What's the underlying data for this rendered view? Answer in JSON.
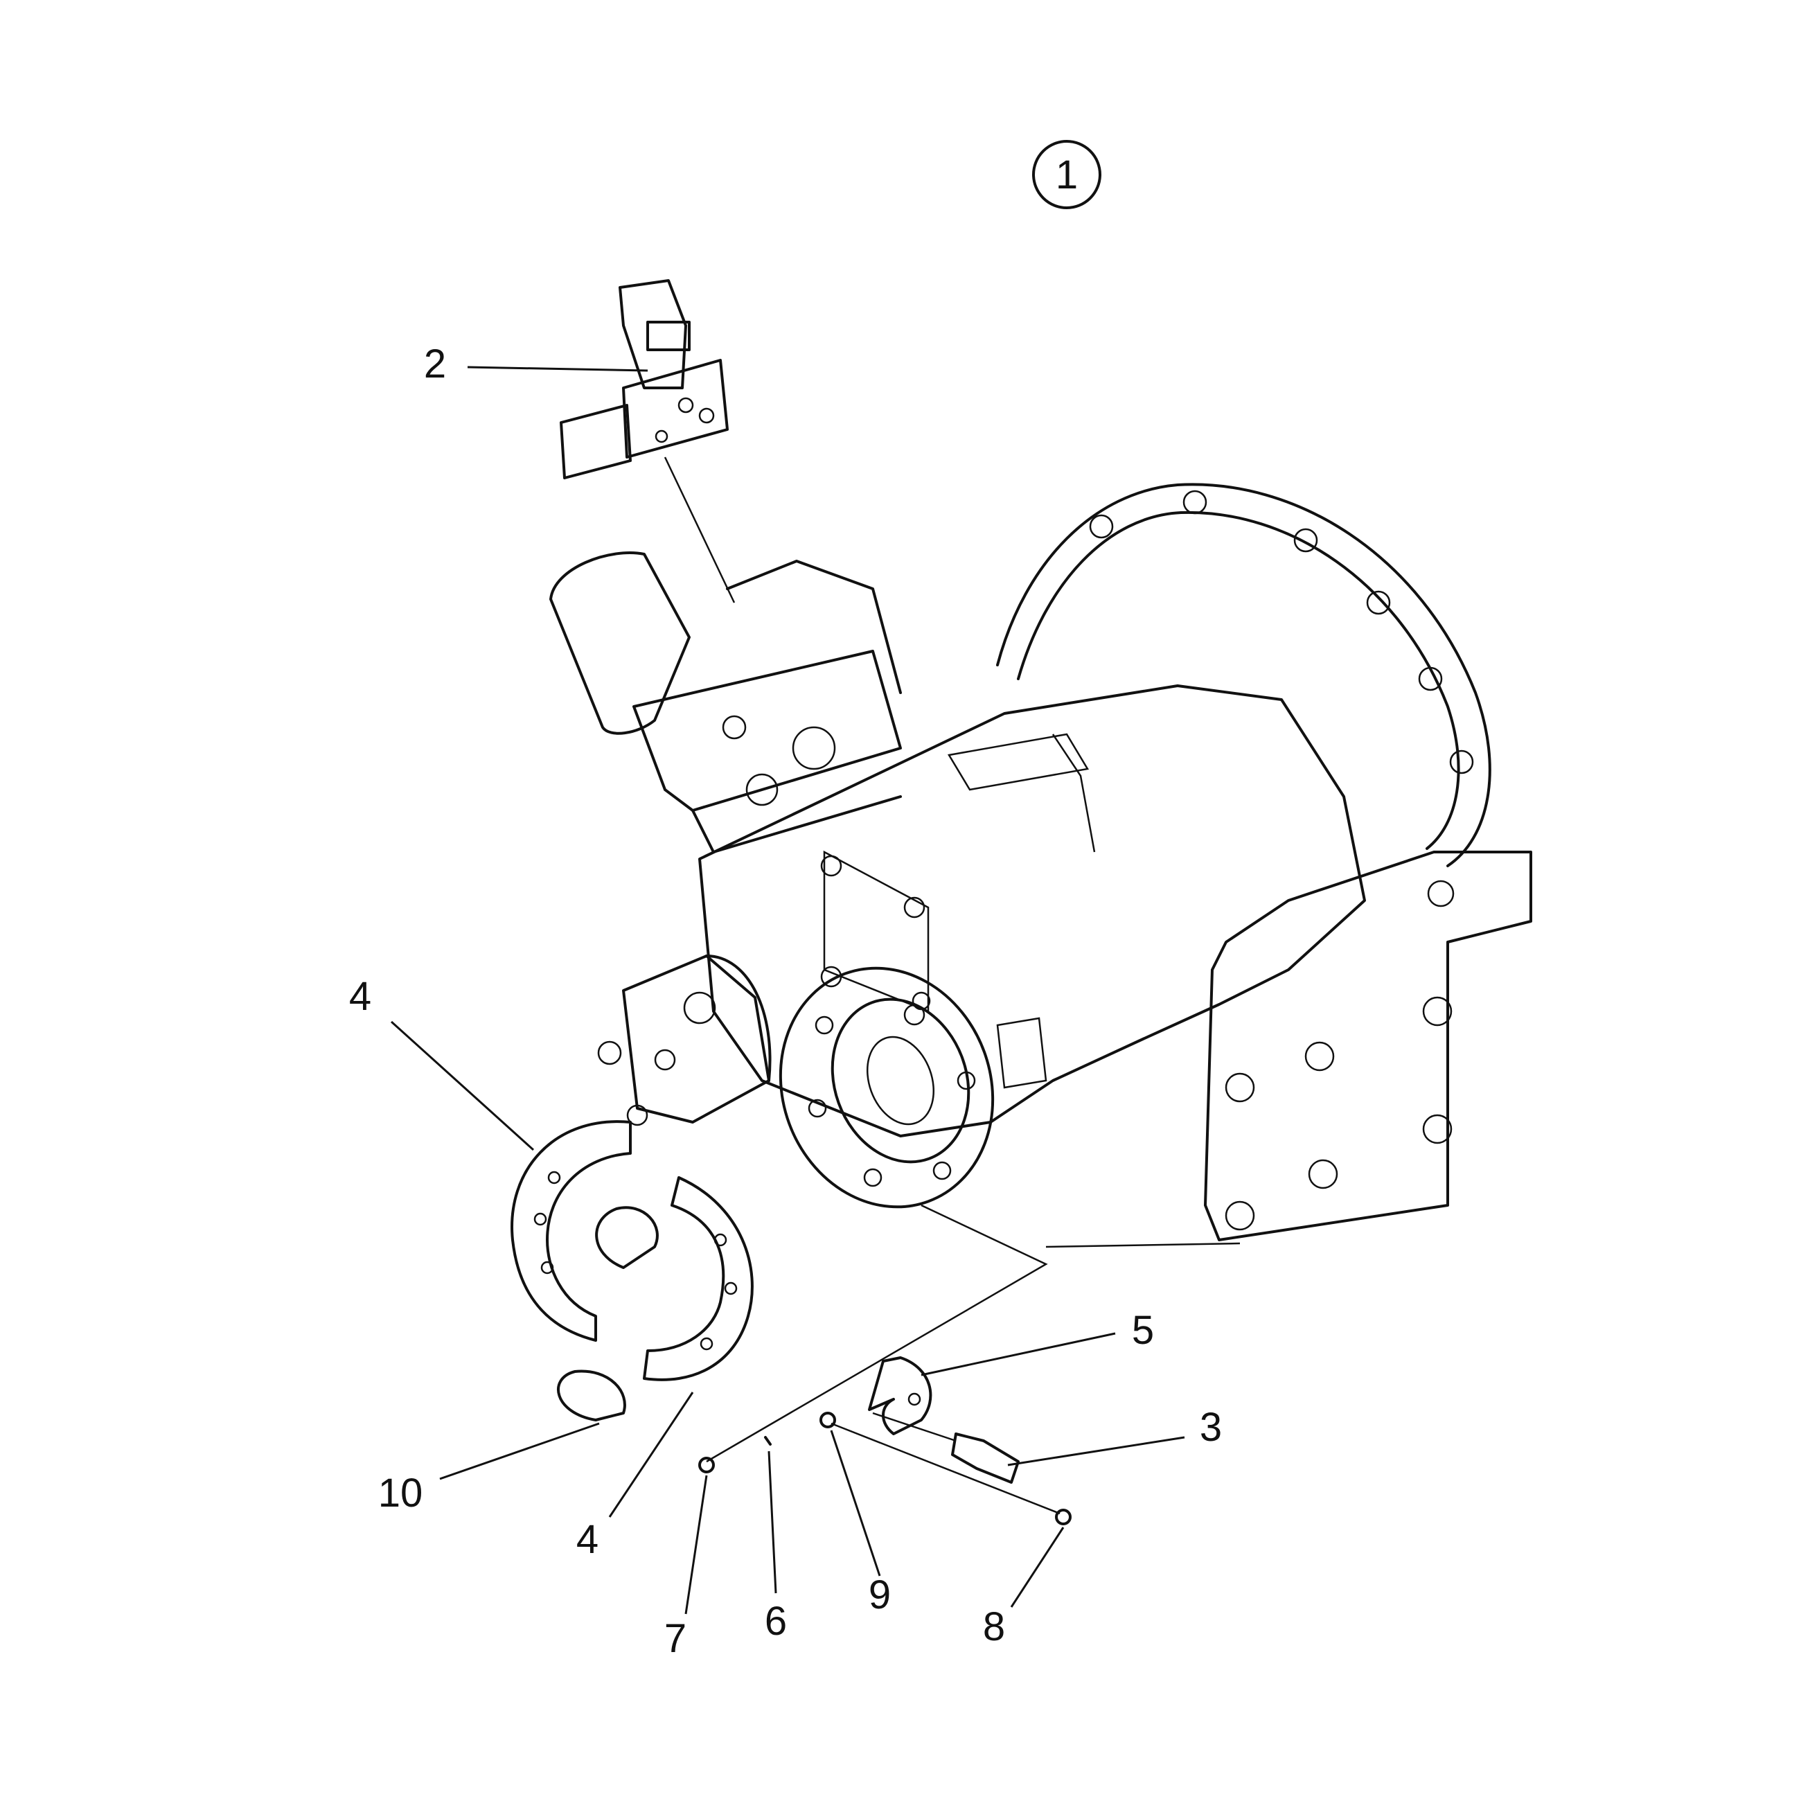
{
  "assembly_callout": "1",
  "callouts": [
    {
      "id": "callout-2",
      "text": "2"
    },
    {
      "id": "callout-4-upper",
      "text": "4"
    },
    {
      "id": "callout-4-lower",
      "text": "4"
    },
    {
      "id": "callout-5",
      "text": "5"
    },
    {
      "id": "callout-3",
      "text": "3"
    },
    {
      "id": "callout-10",
      "text": "10"
    },
    {
      "id": "callout-7",
      "text": "7"
    },
    {
      "id": "callout-6",
      "text": "6"
    },
    {
      "id": "callout-9",
      "text": "9"
    },
    {
      "id": "callout-8",
      "text": "8"
    }
  ]
}
